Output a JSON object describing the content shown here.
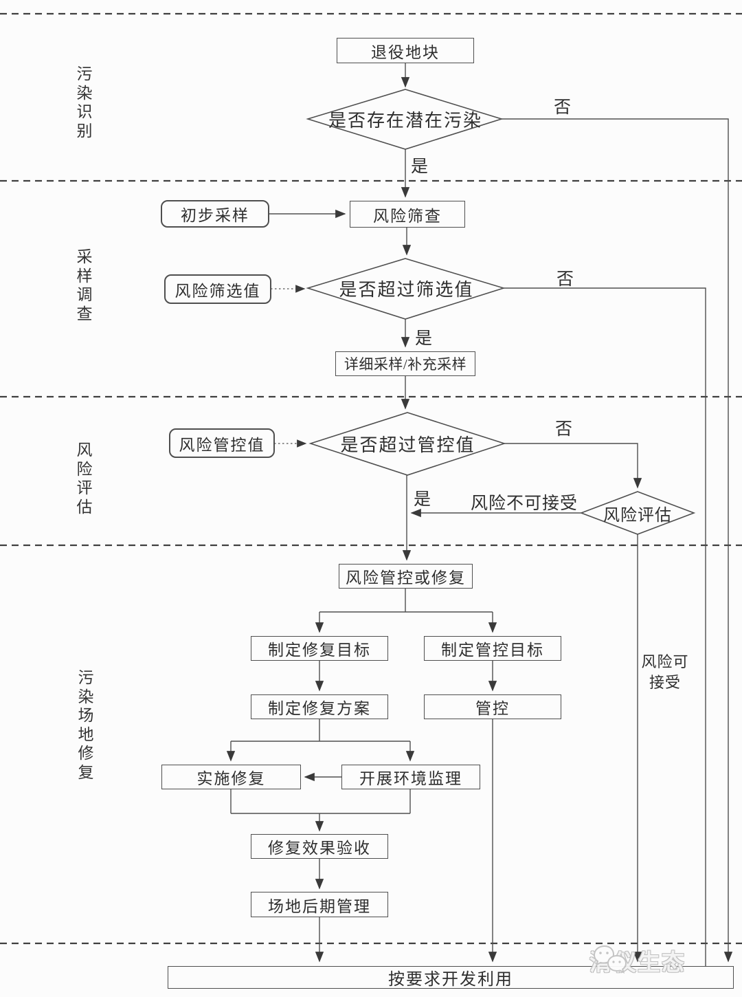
{
  "sections": [
    {
      "label": "污染识别"
    },
    {
      "label": "采样调查"
    },
    {
      "label": "风险评估"
    },
    {
      "label": "污染场地修复"
    }
  ],
  "nodes": {
    "retired_plot": "退役地块",
    "potential_pollution": "是否存在潜在污染",
    "preliminary_sampling": "初步采样",
    "risk_screening": "风险筛查",
    "screening_value": "风险筛选值",
    "exceed_screening": "是否超过筛选值",
    "detailed_sampling": "详细采样/补充采样",
    "control_value": "风险管控值",
    "exceed_control": "是否超过管控值",
    "risk_assessment": "风险评估",
    "control_or_remediate": "风险管控或修复",
    "set_remediation_goal": "制定修复目标",
    "set_control_goal": "制定管控目标",
    "remediation_plan": "制定修复方案",
    "control": "管控",
    "implement_remediation": "实施修复",
    "env_supervision": "开展环境监理",
    "remediation_acceptance": "修复效果验收",
    "site_management": "场地后期管理",
    "develop_use": "按要求开发利用"
  },
  "edge_labels": {
    "yes": "是",
    "no": "否",
    "risk_unacceptable": "风险不可接受",
    "risk_acceptable": "风险可接受"
  },
  "watermark": {
    "text": "清仪生态",
    "icon": "wechat-bubbles-icon"
  },
  "colors": {
    "line": "#4f4f4f",
    "divider": "#3f3f3f",
    "text": "#2e2e2e",
    "background": "#fcfcfc",
    "watermark": "#c9c9c9"
  }
}
